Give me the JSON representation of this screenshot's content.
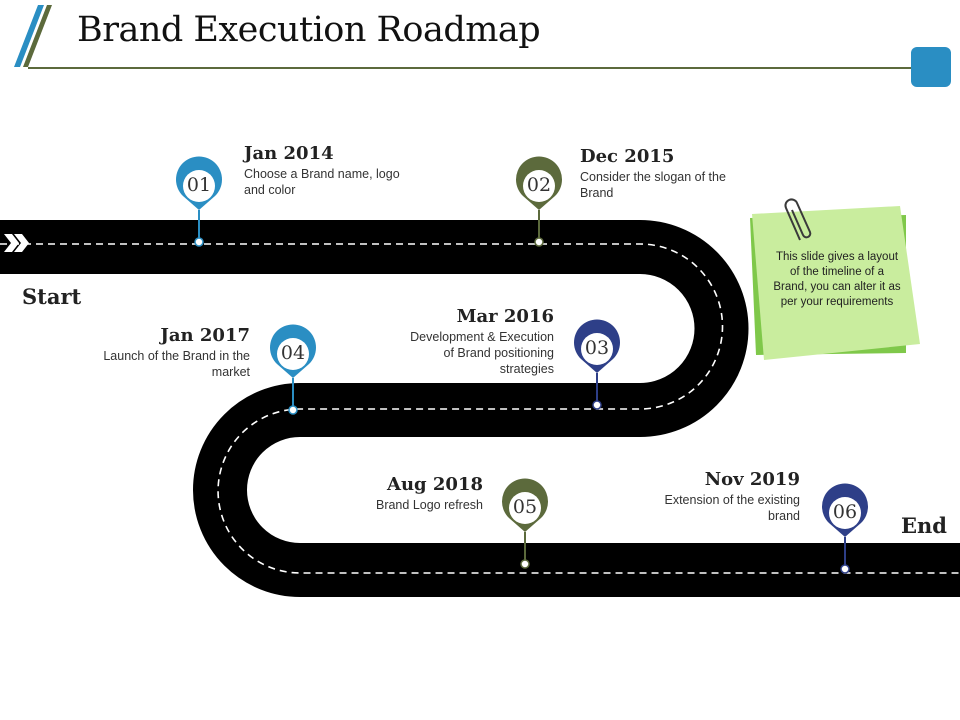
{
  "title": "Brand Execution Roadmap",
  "labels": {
    "start": "Start",
    "end": "End"
  },
  "note": "This slide gives a layout of the timeline of a Brand, you can alter it as per your requirements",
  "colors": {
    "teal": "#2a8ec3",
    "olive": "#5c6a3c",
    "navy": "#2e3f88",
    "road": "#000000",
    "note": "#c9ed9e",
    "note_back": "#7fc84a"
  },
  "milestones": [
    {
      "num": "01",
      "date": "Jan 2014",
      "desc": "Choose a Brand name, logo and color",
      "color": "teal"
    },
    {
      "num": "02",
      "date": "Dec 2015",
      "desc": "Consider the slogan of the Brand",
      "color": "olive"
    },
    {
      "num": "03",
      "date": "Mar 2016",
      "desc": "Development & Execution of Brand positioning strategies",
      "color": "navy"
    },
    {
      "num": "04",
      "date": "Jan 2017",
      "desc": "Launch of the Brand in the market",
      "color": "teal"
    },
    {
      "num": "05",
      "date": "Aug 2018",
      "desc": "Brand Logo refresh",
      "color": "olive"
    },
    {
      "num": "06",
      "date": "Nov 2019",
      "desc": "Extension of the existing brand",
      "color": "navy"
    }
  ]
}
